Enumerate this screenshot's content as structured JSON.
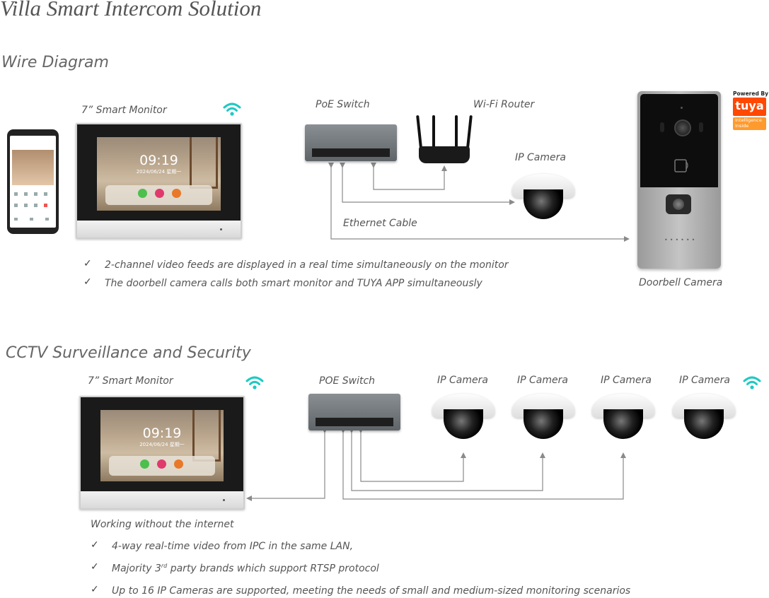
{
  "title": "Villa Smart Intercom Solution",
  "sections": {
    "wire": {
      "heading": "Wire Diagram",
      "labels": {
        "monitor": "7” Smart Monitor",
        "poe_switch": "PoE Switch",
        "router": "Wi-Fi Router",
        "ip_camera": "IP Camera",
        "ethernet": "Ethernet Cable",
        "doorbell": "Doorbell Camera"
      },
      "badge": {
        "powered_by": "Powered By",
        "brand": "tuya",
        "inside": "Intelligence Inside"
      },
      "screen": {
        "time": "09:19",
        "date": "2024/06/24 星期一"
      },
      "bullets": [
        "2-channel video feeds are displayed in a real time simultaneously on the monitor",
        "The doorbell camera calls both smart monitor and TUYA APP simultaneously"
      ]
    },
    "cctv": {
      "heading": "CCTV Surveillance and Security",
      "labels": {
        "monitor": "7” Smart Monitor",
        "poe_switch": "POE Switch",
        "cameras": [
          "IP Camera",
          "IP Camera",
          "IP Camera",
          "IP Camera"
        ]
      },
      "screen": {
        "time": "09:19",
        "date": "2024/06/24 星期一"
      },
      "note": "Working without the internet",
      "bullets": [
        {
          "text": "4-way real-time video from IPC in the same LAN,"
        },
        {
          "pre": "Majority 3",
          "sup": "rd",
          "post": " party brands which support RTSP protocol"
        },
        {
          "text": "Up to 16 IP Cameras are supported, meeting the needs of small and medium-sized monitoring scenarios"
        }
      ]
    }
  },
  "check_symbol": "✓",
  "colors": {
    "wifi": "#1fc9c3",
    "wire": "#8a8a8a",
    "tuya": "#ff4800"
  },
  "icons": [
    "wifi-icon",
    "check-icon",
    "tuya-logo"
  ]
}
